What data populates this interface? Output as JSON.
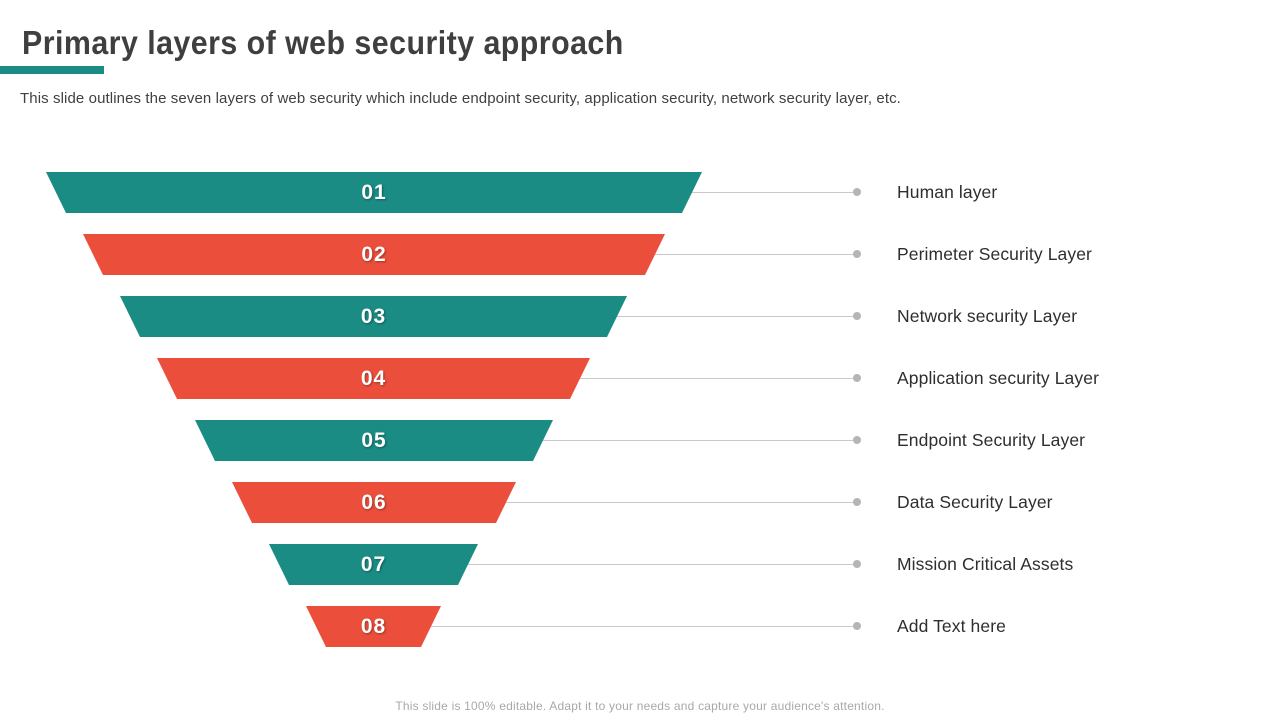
{
  "slide": {
    "title": "Primary layers of web security approach",
    "subtitle": "This slide outlines the seven layers of web security which include endpoint security, application security, network security layer, etc.",
    "footer": "This slide is 100% editable. Adapt it to your needs and capture your audience's attention."
  },
  "colors": {
    "teal": "#1A8C84",
    "red": "#EB4F3B",
    "accent_bar": "#1A8C84",
    "title_text": "#3F3F3F",
    "subtitle_text": "#404040",
    "label_text": "#2E2E2E",
    "number_text": "#FFFFFF",
    "connector_line": "#C9C9C9",
    "connector_dot": "#B5B5B5",
    "footer_text": "#A9A9A9",
    "background": "#FFFFFF"
  },
  "funnel": {
    "steps": [
      {
        "number": "01",
        "label": "Human layer",
        "color": "teal"
      },
      {
        "number": "02",
        "label": "Perimeter Security Layer",
        "color": "red"
      },
      {
        "number": "03",
        "label": "Network security Layer",
        "color": "teal"
      },
      {
        "number": "04",
        "label": "Application security Layer",
        "color": "red"
      },
      {
        "number": "05",
        "label": "Endpoint Security Layer",
        "color": "teal"
      },
      {
        "number": "06",
        "label": "Data Security Layer",
        "color": "red"
      },
      {
        "number": "07",
        "label": "Mission Critical Assets",
        "color": "teal"
      },
      {
        "number": "08",
        "label": "Add Text here",
        "color": "red"
      }
    ]
  }
}
